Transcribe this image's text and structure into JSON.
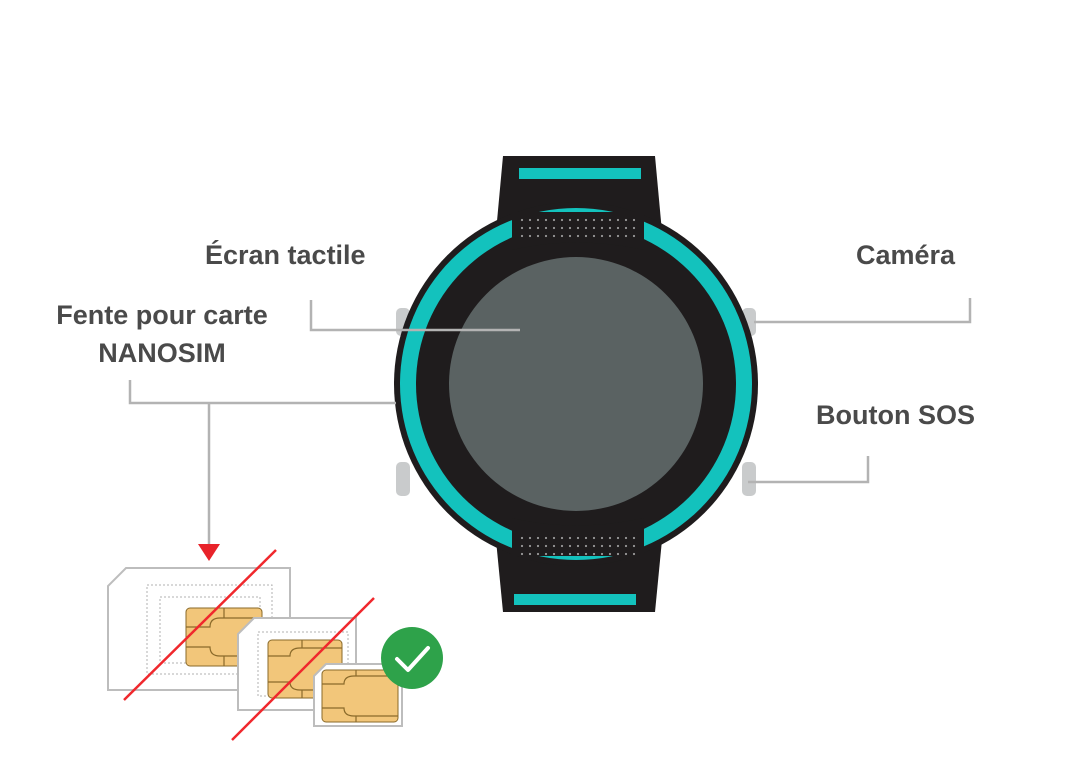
{
  "labels": {
    "screen": "Écran tactile",
    "sim_line1": "Fente pour carte",
    "sim_line2": "NANOSIM",
    "camera": "Caméra",
    "sos": "Bouton SOS"
  },
  "colors": {
    "bezel": "#13c2bd",
    "body": "#1f1c1d",
    "screen": "#5a6262",
    "leader": "#b3b3b3",
    "sim_chip": "#f2c67a",
    "cross": "#f0282d",
    "check": "#2ea24a",
    "label_text": "#4a4a4a"
  },
  "icons": {
    "check": "check-circle-icon",
    "arrow": "arrow-down-icon"
  }
}
